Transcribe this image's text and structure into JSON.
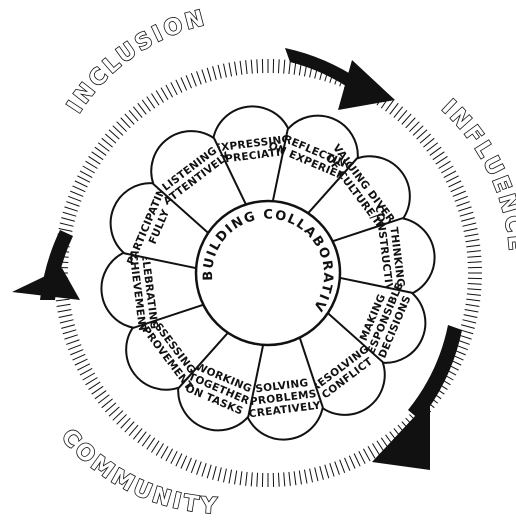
{
  "diagram": {
    "outer_labels": {
      "top_left": "INCLUSION",
      "right": "INFLUENCE",
      "bottom": "COMMUNITY"
    },
    "center_label": "BUILDING COLLABORATIVE SKILLS",
    "petals": [
      {
        "lines": [
          "EXPRESSING",
          "APPRECIATION"
        ]
      },
      {
        "lines": [
          "REFLECTING",
          "ON EXPERIENCE"
        ]
      },
      {
        "lines": [
          "VALUING DIVERSITY",
          "OF CULTURE/IDEAS"
        ]
      },
      {
        "lines": [
          "THINKING",
          "CONSTRUCTIVELY"
        ]
      },
      {
        "lines": [
          "MAKING",
          "RESPONSIBLE",
          "DECISIONS"
        ]
      },
      {
        "lines": [
          "RESOLVING",
          "CONFLICT"
        ]
      },
      {
        "lines": [
          "SOLVING",
          "PROBLEMS",
          "CREATIVELY"
        ]
      },
      {
        "lines": [
          "WORKING",
          "TOGETHER",
          "ON TASKS"
        ]
      },
      {
        "lines": [
          "ASSESSING",
          "IMPROVEMENT"
        ]
      },
      {
        "lines": [
          "CELEBRATING",
          "ACHIEVEMENT"
        ]
      },
      {
        "lines": [
          "PARTICIPATING",
          "FULLY"
        ]
      },
      {
        "lines": [
          "LISTENING",
          "ATTENTIVELY"
        ]
      }
    ]
  }
}
